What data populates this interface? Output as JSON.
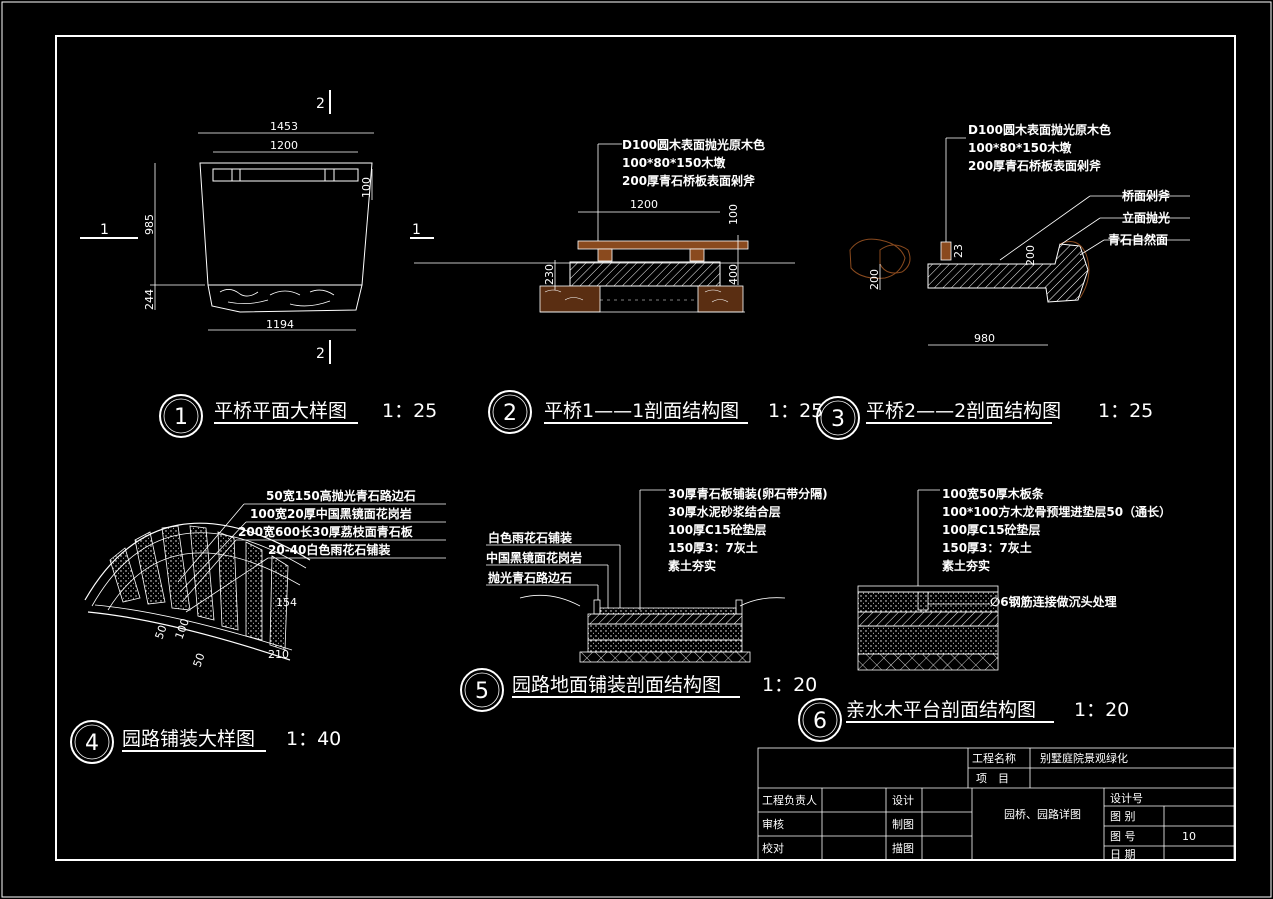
{
  "drawing": {
    "detail1": {
      "number": "1",
      "title": "平桥平面大样图",
      "scale": "1：25",
      "dims": [
        "1453",
        "1200",
        "985",
        "244",
        "1194",
        "100"
      ],
      "section_marks": [
        "1",
        "1",
        "2",
        "2"
      ]
    },
    "detail2": {
      "number": "2",
      "title": "平桥1——1剖面结构图",
      "scale": "1：25",
      "notes": [
        "D100圆木表面抛光原木色",
        "100*80*150木墩",
        "200厚青石桥板表面剁斧"
      ],
      "dims": [
        "1200",
        "100",
        "230",
        "400"
      ]
    },
    "detail3": {
      "number": "3",
      "title": "平桥2——2剖面结构图",
      "scale": "1：25",
      "notes": [
        "D100圆木表面抛光原木色",
        "100*80*150木墩",
        "200厚青石桥板表面剁斧"
      ],
      "side_notes": [
        "桥面剁斧",
        "立面抛光",
        "青石自然面"
      ],
      "dims": [
        "23",
        "200",
        "200",
        "980"
      ]
    },
    "detail4": {
      "number": "4",
      "title": "园路铺装大样图",
      "scale": "1：40",
      "notes": [
        "50宽150高抛光青石路边石",
        "100宽20厚中国黑镜面花岗岩",
        "200宽600长30厚荔枝面青石板",
        "20-40白色雨花石铺装"
      ],
      "dims": [
        "154",
        "100",
        "50",
        "50",
        "210"
      ]
    },
    "detail5": {
      "number": "5",
      "title": "园路地面铺装剖面结构图",
      "scale": "1：20",
      "notes": [
        "30厚青石板铺装(卵石带分隔)",
        "30厚水泥砂浆结合层",
        "100厚C15砼垫层",
        "150厚3：7灰土",
        "素土夯实"
      ],
      "left_notes": [
        "白色雨花石铺装",
        "中国黑镜面花岗岩",
        "抛光青石路边石"
      ]
    },
    "detail6": {
      "number": "6",
      "title": "亲水木平台剖面结构图",
      "scale": "1：20",
      "notes": [
        "100宽50厚木板条",
        "100*100方木龙骨预埋进垫层50（通长）",
        "100厚C15砼垫层",
        "150厚3：7灰土",
        "素土夯实"
      ],
      "side_note": "∅6钢筋连接做沉头处理"
    }
  },
  "title_block": {
    "project_name_label": "工程名称",
    "project_name": "别墅庭院景观绿化",
    "item_label": "项　目",
    "manager_label": "工程负责人",
    "review_label": "审核",
    "check_label": "校对",
    "design_label": "设计",
    "draw_label": "制图",
    "trace_label": "描图",
    "drawing_name": "园桥、园路详图",
    "design_no_label": "设计号",
    "category_label": "图 别",
    "drawing_no_label": "图 号",
    "drawing_no": "10",
    "date_label": "日 期"
  },
  "colors": {
    "background": "#000000",
    "lines": "#ffffff",
    "stone": "#8a4a1e"
  }
}
